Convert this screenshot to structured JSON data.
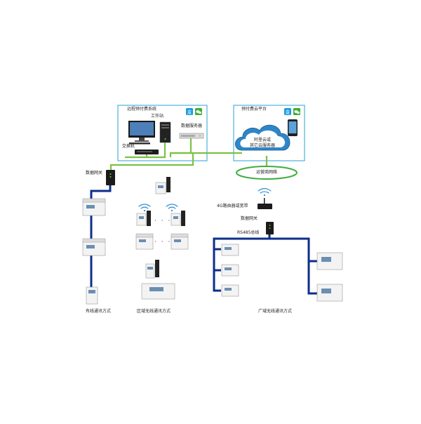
{
  "labels": {
    "remote_system_title": "远程预付费系统",
    "workstation": "工作站",
    "data_server": "数据服务器",
    "switch": "交换机",
    "cloud_platform": "预付费云平台",
    "cloud_line1": "阿里云或",
    "cloud_line2": "其它云服务器",
    "carrier_network": "运营商网络",
    "gateway_left": "数据网关",
    "router_4g": "4G路由器或宽带",
    "gateway_right": "数据网关",
    "rs485": "RS485总线",
    "wired_mode": "有线通讯方式",
    "local_wireless_mode": "区域无线通讯方式",
    "wide_wireless_mode": "广域无线通讯方式",
    "ellipsis": "· · ·"
  },
  "colors": {
    "bus_blue": "#0d2e8a",
    "bus_green": "#7cc242",
    "frame_blue": "#2aa0d4",
    "cloud_fill": "#2f86c7",
    "ellipse_green": "#3fae3f",
    "wifi_blue": "#2a8ad0",
    "alipay_blue": "#1a9ae0",
    "wechat_green": "#3cb034"
  },
  "icons": [
    "alipay-icon",
    "wechat-icon",
    "monitor-icon",
    "server-tower-icon",
    "rack-server-icon",
    "switch-icon",
    "cloud-icon",
    "smartphone-icon",
    "gateway-icon",
    "router-icon",
    "wifi-icon",
    "energy-meter-icon",
    "wireless-meter-icon",
    "distribution-cabinet-icon"
  ]
}
